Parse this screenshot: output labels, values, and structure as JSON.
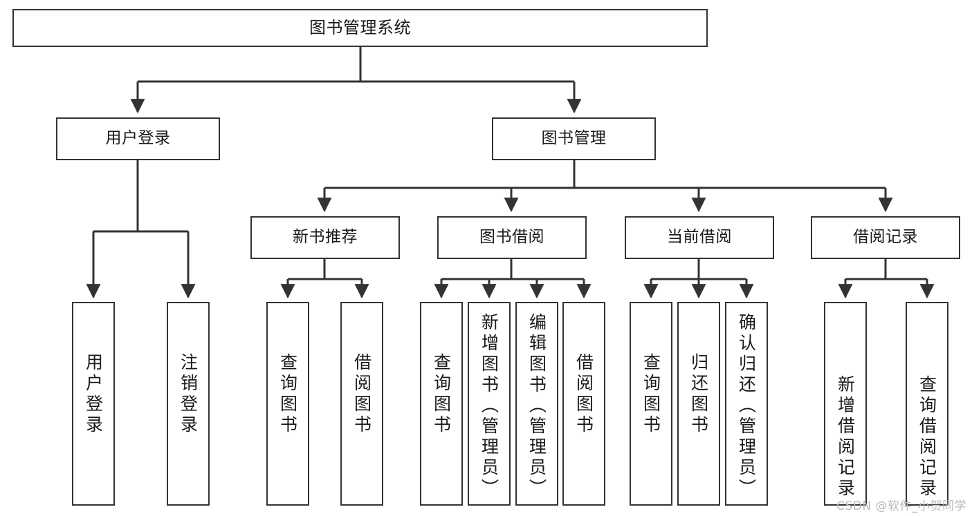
{
  "diagram": {
    "title": "图书管理系统",
    "type": "tree-hierarchy",
    "watermark": "CSDN @软件_小贺同学",
    "colors": {
      "background": "#ffffff",
      "box_border": "#333333",
      "box_fill": "#ffffff",
      "text": "#1a1a1a",
      "edge": "#333333",
      "watermark": "#b9b9b9"
    }
  },
  "nodes": {
    "root": {
      "label": "图书管理系统"
    },
    "level2": [
      {
        "label": "用户登录"
      },
      {
        "label": "图书管理"
      }
    ],
    "level3": [
      {
        "label": "新书推荐"
      },
      {
        "label": "图书借阅"
      },
      {
        "label": "当前借阅"
      },
      {
        "label": "借阅记录"
      }
    ],
    "leaves_user_login": [
      {
        "label": "用户登录"
      },
      {
        "label": "注销登录"
      }
    ],
    "leaves_new_book": [
      {
        "label": "查询图书"
      },
      {
        "label": "借阅图书"
      }
    ],
    "leaves_borrow": [
      {
        "label": "查询图书"
      },
      {
        "label": "新增图书（管理员）"
      },
      {
        "label": "编辑图书（管理员）"
      },
      {
        "label": "借阅图书"
      }
    ],
    "leaves_current": [
      {
        "label": "查询图书"
      },
      {
        "label": "归还图书"
      },
      {
        "label": "确认归还（管理员）"
      }
    ],
    "leaves_records": [
      {
        "label": "新增借阅记录"
      },
      {
        "label": "查询借阅记录"
      }
    ]
  }
}
